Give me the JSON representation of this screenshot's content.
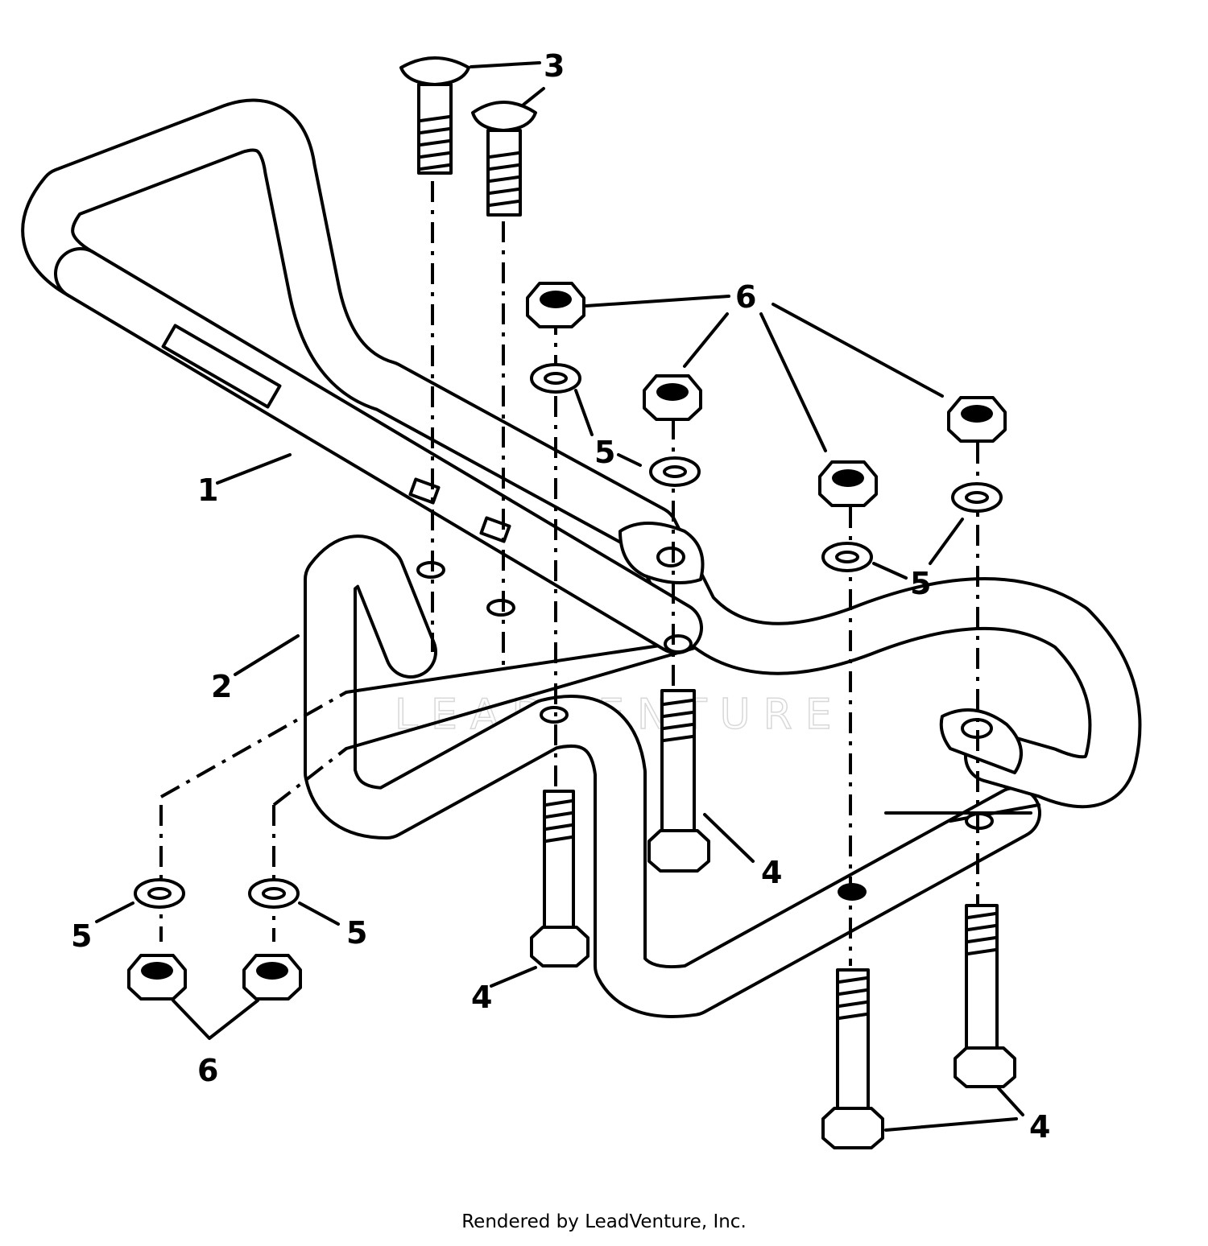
{
  "diagram": {
    "callouts": {
      "c1": "1",
      "c2": "2",
      "c3": "3",
      "c4a": "4",
      "c4b": "4",
      "c4c": "4",
      "c5a": "5",
      "c5b": "5",
      "c5c": "5",
      "c5d": "5",
      "c6a": "6",
      "c6b": "6"
    },
    "watermark": "LEADVENTURE"
  },
  "footer": {
    "credit": "Rendered by LeadVenture, Inc."
  },
  "colors": {
    "line": "#000000",
    "background": "#ffffff",
    "watermark": "#d8d8d8"
  }
}
